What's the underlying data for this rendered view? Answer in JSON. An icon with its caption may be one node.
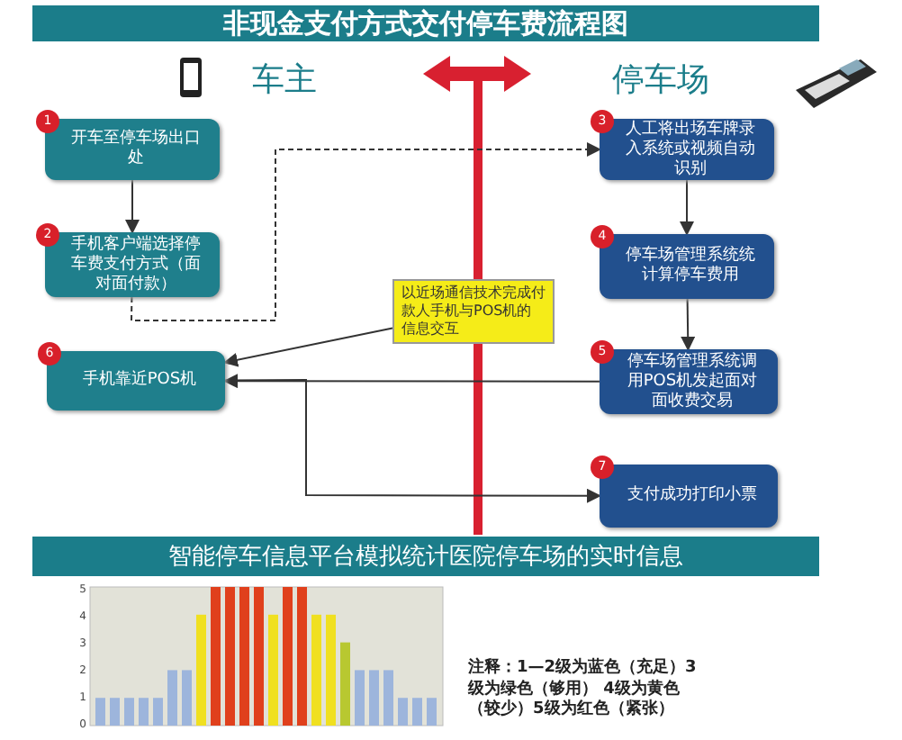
{
  "diagram": {
    "title": "非现金支付方式交付停车费流程图",
    "nodes": [
      {
        "text": [
          "1",
          "开车至停车场出口处"
        ]
      },
      {
        "text": [
          "2",
          "手机客户端选择停车费支付方式（面对面付款）"
        ]
      },
      {
        "text": [
          "3",
          "人工将出场车牌录入系统或视频自动识别"
        ]
      },
      {
        "text": [
          "4",
          "停车场管理系统统计算停车费用"
        ]
      },
      {
        "text": [
          "5",
          "停车场管理系统调用POS机发起面对面收费交易"
        ]
      },
      {
        "text": [
          "6",
          "手机靠近POS机"
        ]
      },
      {
        "text": [
          "7",
          "支付成功打印小票"
        ]
      },
      {
        "text": [
          "以近场通信技术完成付款人手机与POS机的信息交互"
        ]
      }
    ],
    "edges": [
      {
        "from": 0,
        "to": 1,
        "arrow": "to"
      },
      {
        "from": 1,
        "to": 2,
        "arrow": "to",
        "style": "dashed"
      },
      {
        "from": 2,
        "to": 3,
        "arrow": "to"
      },
      {
        "from": 3,
        "to": 4,
        "arrow": "to"
      },
      {
        "from": 4,
        "to": 5,
        "arrow": "to"
      },
      {
        "from": 5,
        "to": 6,
        "arrow": "to"
      },
      {
        "from": 7,
        "to": 5,
        "arrow": "to"
      }
    ],
    "labels": [
      "车主",
      "停车场",
      "注释：1—2级为蓝色（充足）3级为绿色（够用） 4级为黄色（较少）5级为红色（紧张）"
    ],
    "chart_data": {
      "type": "bar",
      "title": "智能停车信息平台模拟统计医院停车场的实时信息",
      "stacked": true,
      "ylim": [
        0,
        5
      ],
      "yticks": [
        0,
        1,
        2,
        3,
        4,
        5
      ],
      "series": [
        {
          "color": "#9db5dc",
          "values": [
            1,
            1,
            1,
            1,
            1,
            2,
            2,
            null,
            null,
            null,
            null,
            null,
            null,
            null,
            null,
            null,
            null,
            null,
            2,
            2,
            2,
            1,
            1,
            1
          ]
        },
        {
          "color": "#f0e020",
          "values": [
            null,
            null,
            null,
            null,
            null,
            null,
            null,
            4,
            null,
            null,
            null,
            null,
            4,
            null,
            null,
            4,
            4,
            null,
            null,
            null,
            null,
            null,
            null,
            null
          ]
        },
        {
          "color": "#e0401c",
          "values": [
            null,
            null,
            null,
            null,
            null,
            null,
            null,
            null,
            5,
            5,
            5,
            5,
            null,
            5,
            5,
            null,
            null,
            null,
            null,
            null,
            null,
            null,
            null,
            null
          ]
        },
        {
          "color": "#b8c830",
          "values": [
            null,
            null,
            null,
            null,
            null,
            null,
            null,
            null,
            null,
            null,
            null,
            null,
            null,
            null,
            null,
            null,
            null,
            3,
            null,
            null,
            null,
            null,
            null,
            null
          ]
        }
      ]
    }
  }
}
